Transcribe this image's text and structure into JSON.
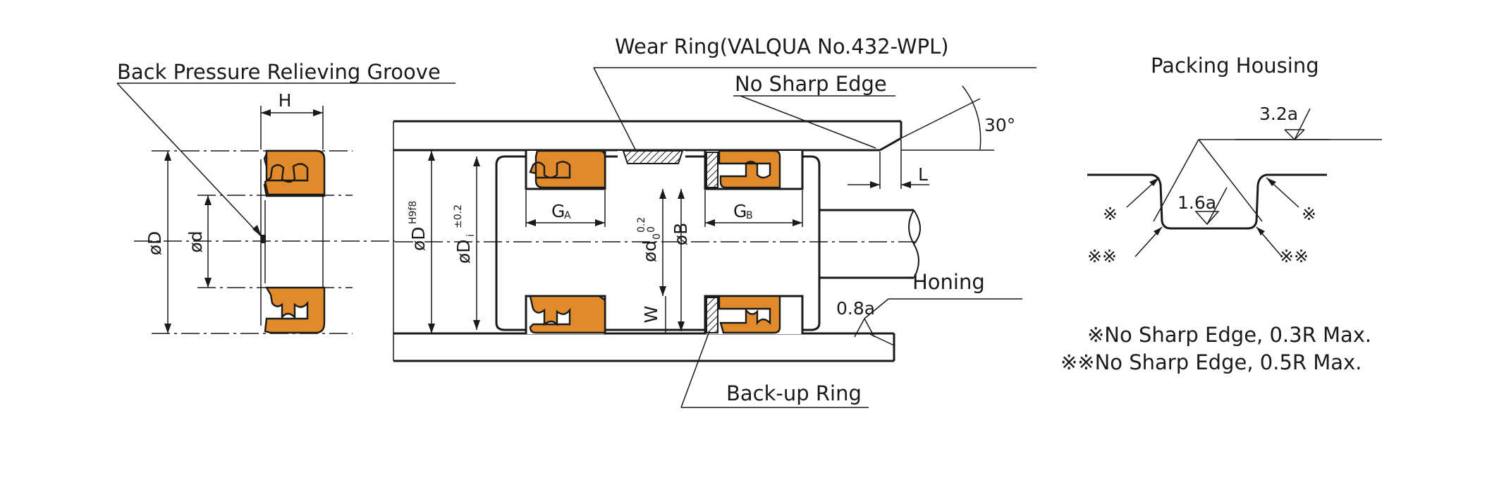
{
  "labels": {
    "back_pressure_groove": "Back Pressure Relieving Groove",
    "wear_ring": "Wear Ring(VALQUA No.432-WPL)",
    "no_sharp_edge": "No Sharp Edge",
    "angle": "30°",
    "honing": "Honing",
    "back_up_ring": "Back-up Ring",
    "packing_housing": "Packing Housing"
  },
  "dimensions": {
    "H": "H",
    "D": "øD",
    "d": "ød",
    "D_housing": "øD",
    "D_housing_tol": "H9f8",
    "Di": "øD",
    "Di_sub": "i",
    "Di_tol": "±0.2",
    "d0": "ød",
    "d0_sub": "0",
    "d0_tol_upper": "0.2",
    "d0_tol_lower": "0",
    "B": "øB",
    "GA": "G",
    "GA_sub": "A",
    "GB": "G",
    "GB_sub": "B",
    "W": "W",
    "L": "L"
  },
  "surface_finish": {
    "honing": "0.8a",
    "housing_top": "3.2a",
    "housing_bottom": "1.6a"
  },
  "marks": {
    "single": "※",
    "double": "※※"
  },
  "notes": {
    "note1": "※No Sharp Edge, 0.3R Max.",
    "note2": "※※No Sharp Edge, 0.5R Max."
  }
}
